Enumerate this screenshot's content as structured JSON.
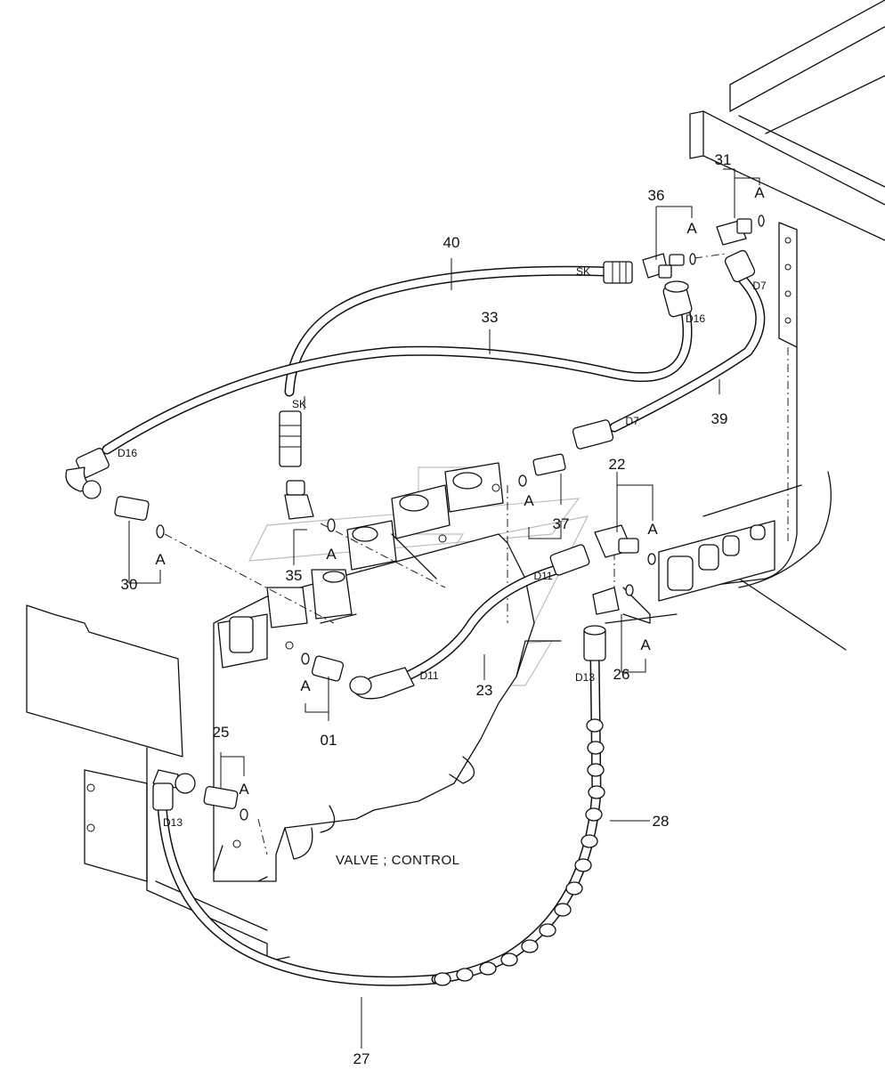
{
  "diagram": {
    "title": "VALVE ; CONTROL",
    "part_numbers": {
      "p01": "01",
      "p22": "22",
      "p23": "23",
      "p25": "25",
      "p26": "26",
      "p27": "27",
      "p28": "28",
      "p30": "30",
      "p31": "31",
      "p33": "33",
      "p35": "35",
      "p36": "36",
      "p37": "37",
      "p39": "39",
      "p40": "40"
    },
    "oring_label": "A",
    "port_codes": {
      "sk": "SK",
      "d7": "D7",
      "d11": "D11",
      "d13": "D13",
      "d16": "D16"
    }
  }
}
